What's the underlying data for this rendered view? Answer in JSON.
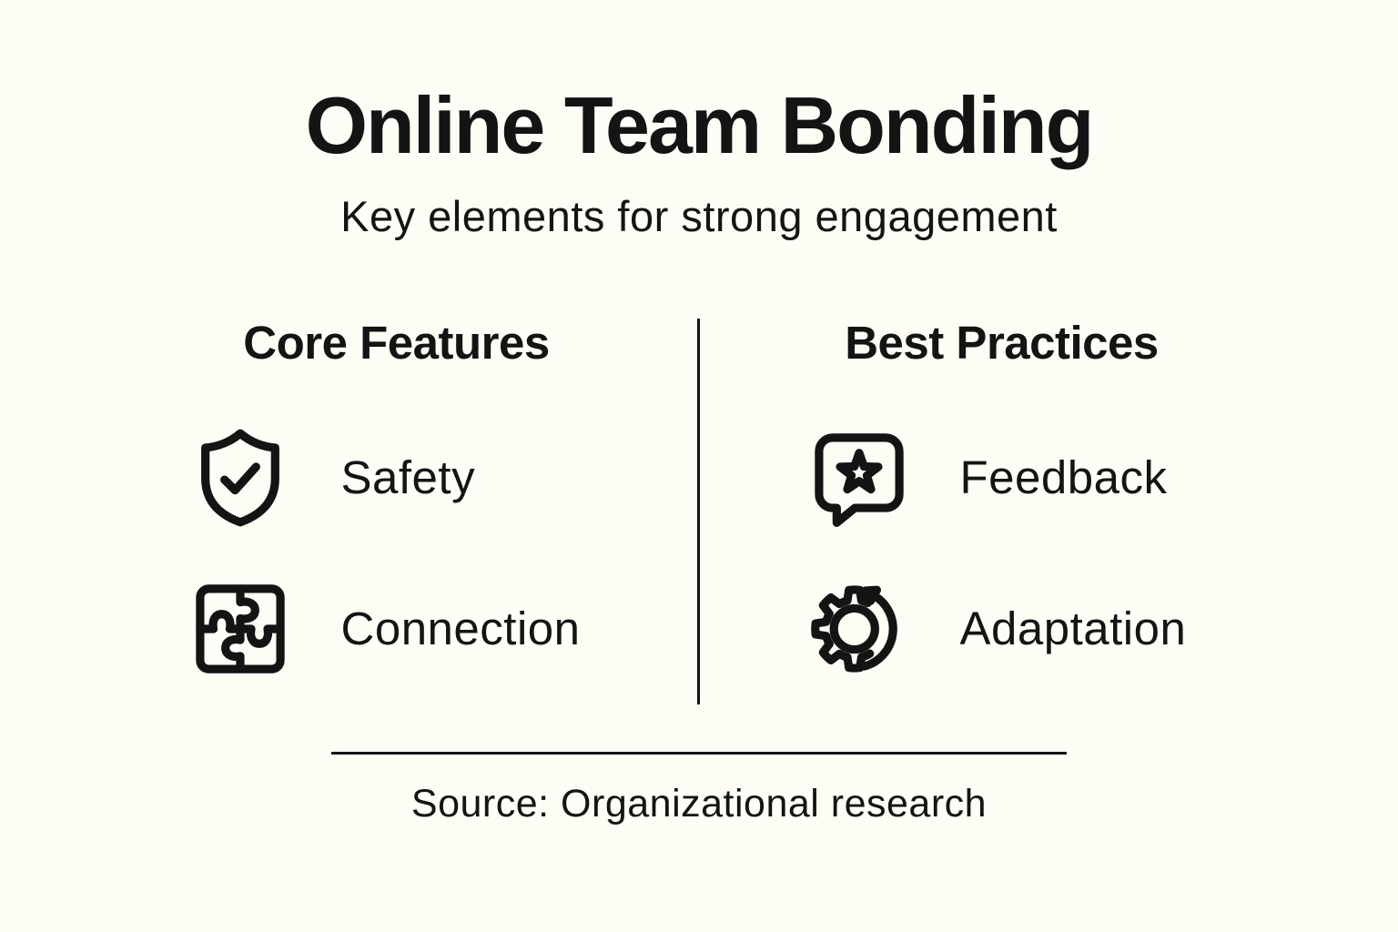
{
  "infographic": {
    "title": "Online Team Bonding",
    "subtitle": "Key elements for strong engagement",
    "columns": [
      {
        "heading": "Core Features",
        "items": [
          {
            "icon": "shield-check-icon",
            "label": "Safety"
          },
          {
            "icon": "puzzle-icon",
            "label": "Connection"
          }
        ]
      },
      {
        "heading": "Best Practices",
        "items": [
          {
            "icon": "message-star-icon",
            "label": "Feedback"
          },
          {
            "icon": "gear-sync-icon",
            "label": "Adaptation"
          }
        ]
      }
    ],
    "source": "Source: Organizational research",
    "colors": {
      "background": "#FDFDF6",
      "text": "#141414",
      "icon_stroke": "#141414"
    }
  }
}
